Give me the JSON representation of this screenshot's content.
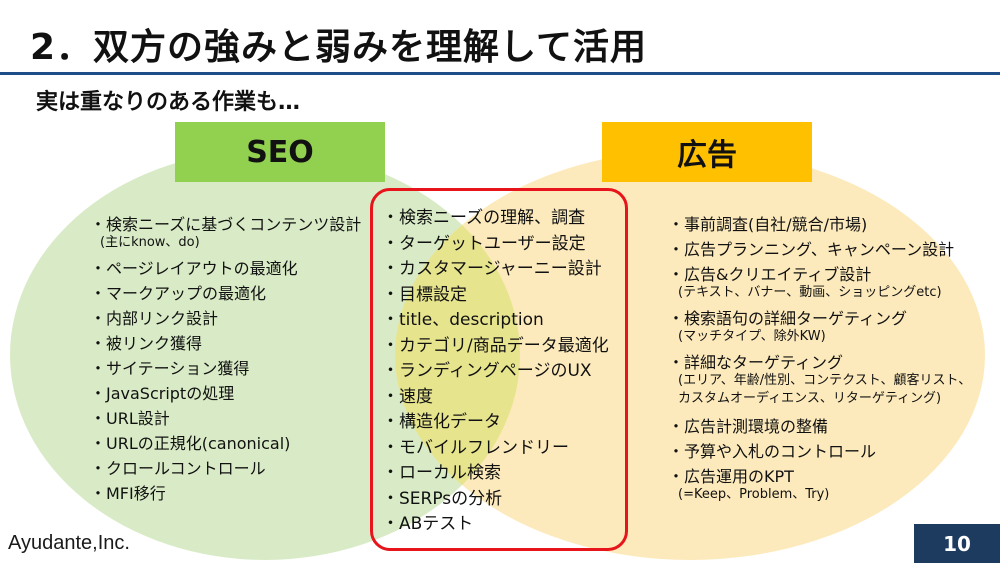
{
  "title": "2．双方の強みと弱みを理解して活用",
  "subtitle": "実は重なりのある作業も…",
  "seo_label": "SEO",
  "ad_label": "広告",
  "seo_items": [
    {
      "text": "・検索ニーズに基づくコンテンツ設計",
      "sub": "(主にknow、do)"
    },
    {
      "text": "・ページレイアウトの最適化",
      "sub": ""
    },
    {
      "text": "・マークアップの最適化",
      "sub": ""
    },
    {
      "text": "・内部リンク設計",
      "sub": ""
    },
    {
      "text": "・被リンク獲得",
      "sub": ""
    },
    {
      "text": "・サイテーション獲得",
      "sub": ""
    },
    {
      "text": "・JavaScriptの処理",
      "sub": ""
    },
    {
      "text": "・URL設計",
      "sub": ""
    },
    {
      "text": "・URLの正規化(canonical)",
      "sub": ""
    },
    {
      "text": "・クロールコントロール",
      "sub": ""
    },
    {
      "text": "・MFI移行",
      "sub": ""
    }
  ],
  "common_items": [
    "・検索ニーズの理解、調査",
    "・ターゲットユーザー設定",
    "・カスタマージャーニー設計",
    "・目標設定",
    "・title、description",
    "・カテゴリ/商品データ最適化",
    "・ランディングページのUX",
    "・速度",
    "・構造化データ",
    "・モバイルフレンドリー",
    "・ローカル検索",
    "・SERPsの分析",
    "・ABテスト"
  ],
  "ad_items": [
    {
      "text": "・事前調査(自社/競合/市場)",
      "sub": ""
    },
    {
      "text": "・広告プランニング、キャンペーン設計",
      "sub": ""
    },
    {
      "text": "・広告&クリエイティブ設計",
      "sub": "(テキスト、バナー、動画、ショッピングetc)"
    },
    {
      "text": "・検索語句の詳細ターゲティング",
      "sub": "(マッチタイプ、除外KW)"
    },
    {
      "text": "・詳細なターゲティング",
      "sub": "(エリア、年齢/性別、コンテクスト、顧客リスト、カスタムオーディエンス、リターゲティング)"
    },
    {
      "text": "・広告計測環境の整備",
      "sub": ""
    },
    {
      "text": "・予算や入札のコントロール",
      "sub": ""
    },
    {
      "text": "・広告運用のKPT",
      "sub": "(=Keep、Problem、Try)"
    }
  ],
  "logo": "Ayudante,Inc.",
  "page_number": "10",
  "colors": {
    "seo": "#92d050",
    "ad": "#ffc000",
    "accent": "#1d4e89",
    "highlight": "#e8141c"
  }
}
